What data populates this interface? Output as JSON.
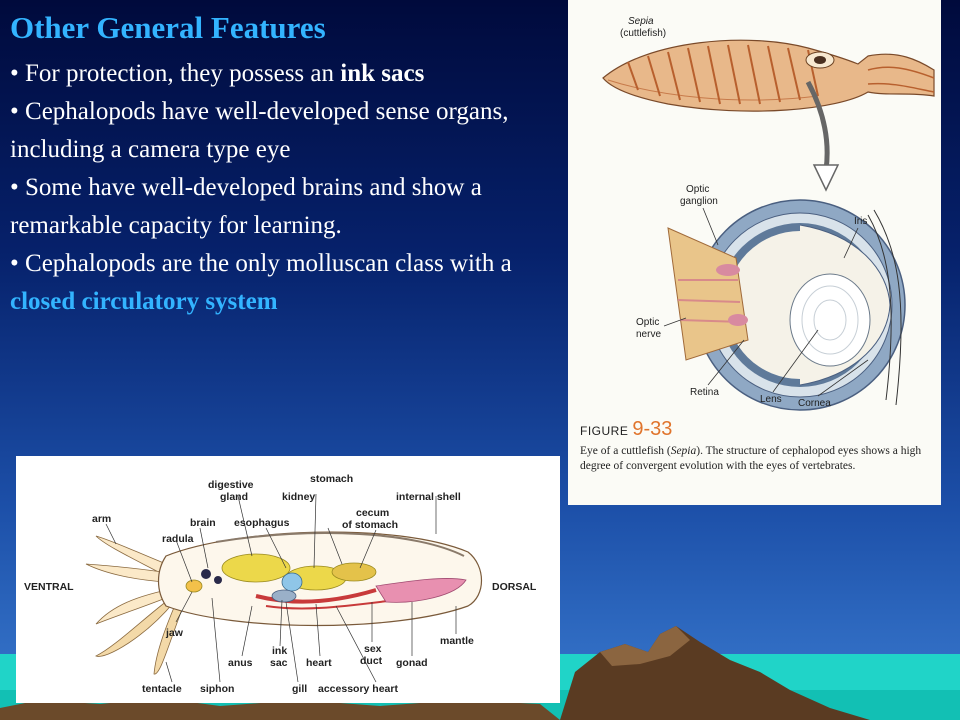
{
  "slide": {
    "title": "Other General Features",
    "bullets": [
      {
        "bullet": "•",
        "before": " For protection, they possess an ",
        "emphasis": "ink sacs",
        "after": ""
      },
      {
        "bullet": "•",
        "text": " Cephalopods have well-developed sense organs, including a camera type eye"
      },
      {
        "bullet": "•",
        "text": " Some have well-developed brains and show a remarkable capacity for learning."
      },
      {
        "bullet": "•",
        "before": " Cephalopods are the only molluscan class with a ",
        "highlight": "closed circulatory system",
        "after": ""
      }
    ],
    "colors": {
      "title": "#33b4ff",
      "text": "#ffffff",
      "highlight": "#33b4ff",
      "background": "#06216b"
    }
  },
  "eye_figure": {
    "species_name": "Sepia",
    "species_common": "(cuttlefish)",
    "labels": {
      "optic_ganglion_1": "Optic",
      "optic_ganglion_2": "ganglion",
      "iris": "Iris",
      "optic_nerve_1": "Optic",
      "optic_nerve_2": "nerve",
      "retina": "Retina",
      "lens": "Lens",
      "cornea": "Cornea"
    },
    "caption_head": "FIGURE",
    "caption_number": "9-33",
    "caption_text_1": "Eye of a cuttlefish (",
    "caption_italic": "Sepia",
    "caption_text_2": "). The structure of cephalopod eyes shows a high degree of convergent evolution with the eyes of vertebrates."
  },
  "anatomy_figure": {
    "labels": {
      "stomach": "stomach",
      "digestive_gland_1": "digestive",
      "digestive_gland_2": "gland",
      "kidney": "kidney",
      "internal_shell": "internal shell",
      "arm": "arm",
      "brain": "brain",
      "esophagus": "esophagus",
      "cecum_1": "cecum",
      "cecum_2": "of stomach",
      "radula": "radula",
      "ventral": "VENTRAL",
      "dorsal": "DORSAL",
      "jaw": "jaw",
      "mantle": "mantle",
      "sex_duct_1": "sex",
      "sex_duct_2": "duct",
      "anus": "anus",
      "ink_sac_1": "ink",
      "ink_sac_2": "sac",
      "heart": "heart",
      "gonad": "gonad",
      "tentacle": "tentacle",
      "siphon": "siphon",
      "gill": "gill",
      "accessory_heart": "accessory heart"
    }
  }
}
